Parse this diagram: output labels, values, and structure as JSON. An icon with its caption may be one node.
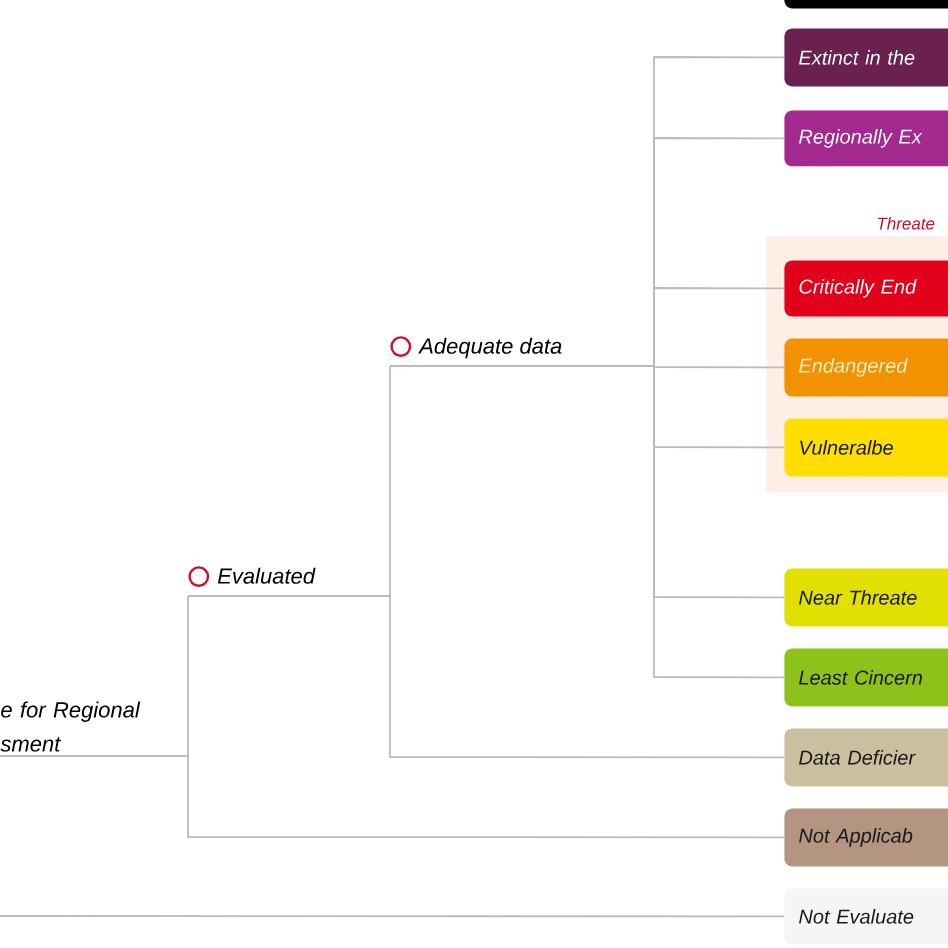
{
  "diagram": {
    "nodes": [
      {
        "text": [],
        "shape": "box"
      },
      {
        "text": [
          "Extinct in the"
        ]
      },
      {
        "text": [
          "Regionally Ex"
        ]
      },
      {
        "text": [
          "Threate"
        ]
      },
      {
        "text": [
          "Critically End"
        ],
        "in": 3
      },
      {
        "text": [
          "Endangered"
        ],
        "in": 3
      },
      {
        "text": [
          "Vulneralbe"
        ],
        "in": 3
      },
      {
        "text": [
          "Near Threate"
        ]
      },
      {
        "text": [
          "Least Cincern"
        ]
      },
      {
        "text": [
          "Data Deficier"
        ]
      },
      {
        "text": [
          "Not Applicab"
        ]
      },
      {
        "text": [
          "Not Evaluate"
        ]
      },
      {
        "text": [
          "Adequate data"
        ]
      },
      {
        "text": [
          "Evaluated"
        ]
      },
      {
        "text": [
          "e for Regional sment"
        ]
      }
    ],
    "edges": [
      {
        "from": 12,
        "to": 1,
        "arrow": "none"
      },
      {
        "from": 12,
        "to": 2,
        "arrow": "none"
      },
      {
        "from": 12,
        "to": 4,
        "arrow": "none"
      },
      {
        "from": 12,
        "to": 5,
        "arrow": "none"
      },
      {
        "from": 12,
        "to": 6,
        "arrow": "none"
      },
      {
        "from": 12,
        "to": 7,
        "arrow": "none"
      },
      {
        "from": 12,
        "to": 8,
        "arrow": "none"
      },
      {
        "from": 13,
        "to": 12,
        "arrow": "none"
      },
      {
        "from": 13,
        "to": 9,
        "arrow": "none"
      },
      {
        "from": 14,
        "to": 13,
        "arrow": "none"
      },
      {
        "from": 14,
        "to": 10,
        "arrow": "none"
      },
      {
        "from": null,
        "to": 11,
        "arrow": "none"
      }
    ]
  }
}
